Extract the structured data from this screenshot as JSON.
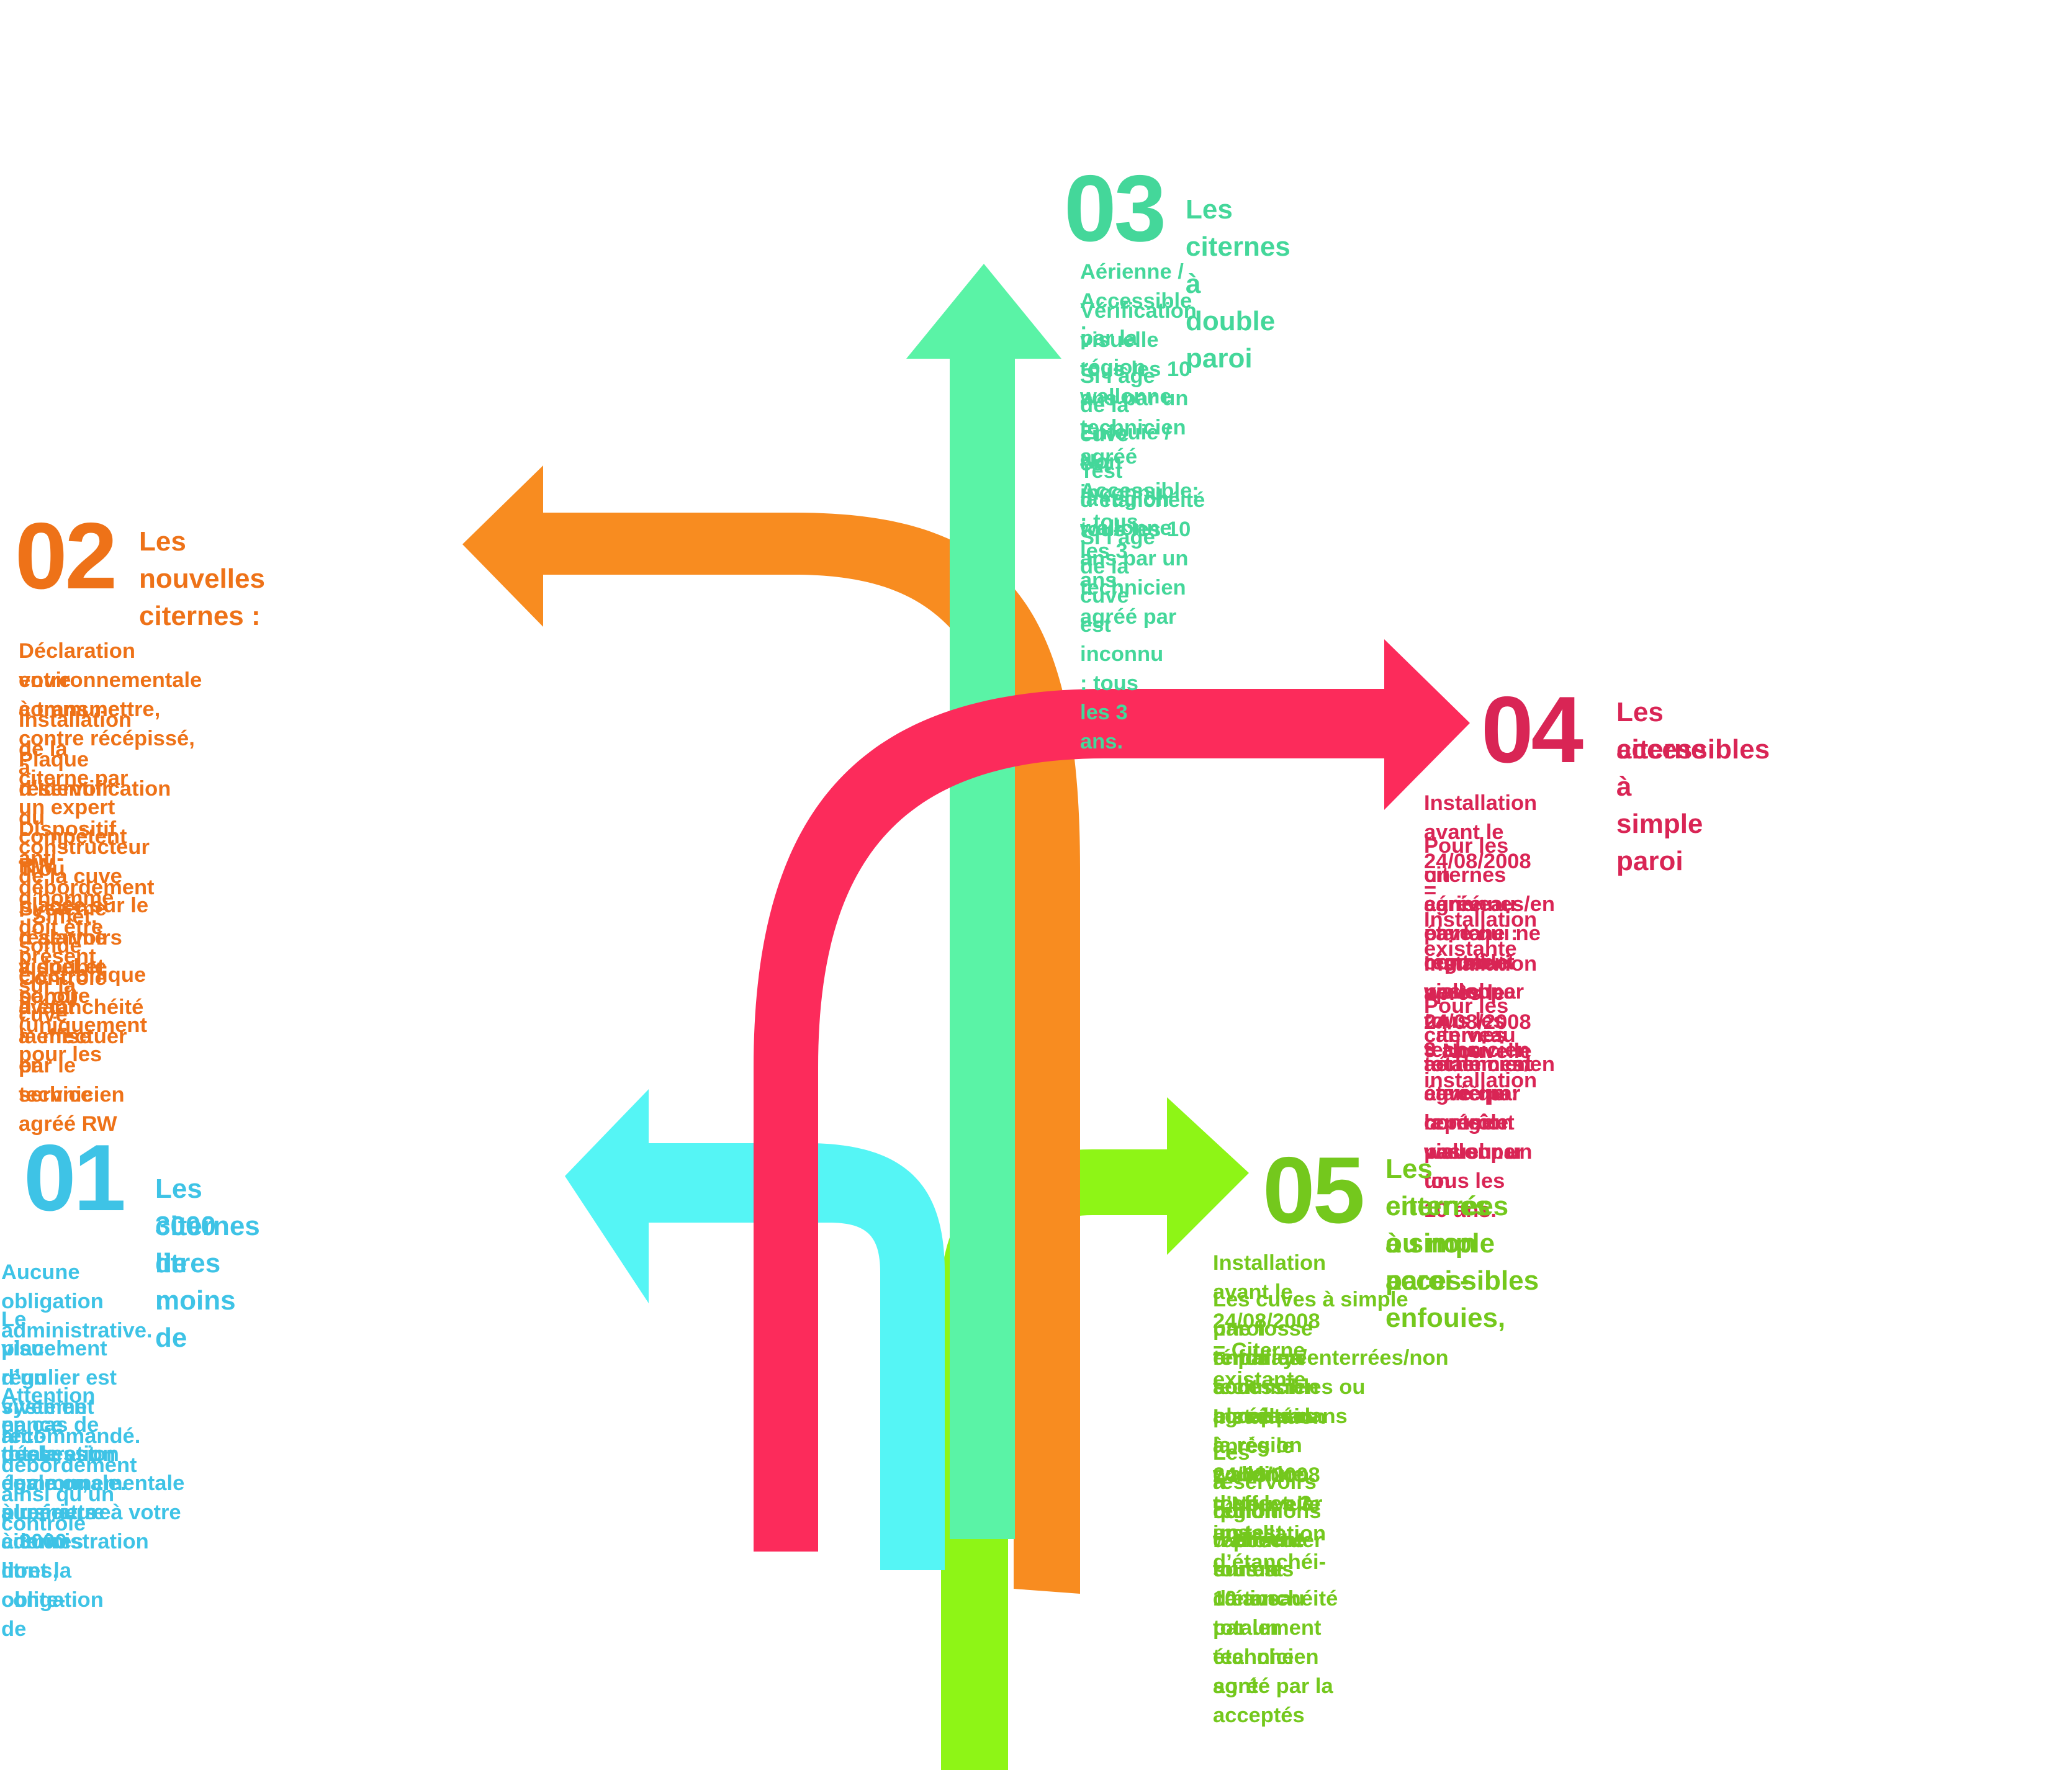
{
  "colors": {
    "section_01": "#3ec3e6",
    "section_02": "#ee7218",
    "section_03": "#44d79a",
    "section_04": "#d92555",
    "section_05": "#74c81d",
    "arrow_cyan": "#55f5f5",
    "arrow_orange": "#f88c20",
    "arrow_green": "#5af3a6",
    "arrow_red": "#fc2b5b",
    "arrow_lime": "#8ef516"
  },
  "sections": {
    "s01": {
      "number": "01",
      "title_lines": [
        "Les citernes de moins de",
        "3000 litres :"
      ],
      "paragraphs": [
        "Aucune obligation administrative.",
        "Le placement d’un système anti-débordement ainsi qu’un contrôle",
        "visuel régulier est vivement recommandé.",
        "Attention en cas de possession de plusieurs citernes dont la conte-",
        "nance totale est égale ou supérieure à 3000 litres, obligation de",
        "déclaration environnementale à remettre à votre administration",
        "communale."
      ]
    },
    "s02": {
      "number": "02",
      "title": "Les nouvelles citernes :",
      "paragraphs": [
        "Déclaration environnementale à transmettre, contre récépissé, à",
        "votre commune",
        "Installation de la citerne par un expert compétent RW",
        "Plaque d’identification du constructeur de la cuve placée sur le",
        "réservoir",
        "Dispositif anti-débordement : Sifflet, sonde électronique",
        "Trou d’homme doit être présent sur la cuve",
        "Système d’alarme visuel et sonore (uniquement pour les",
        "réservoirs à double paroi)",
        "Contrôle d’étanchéité à effectuer par le technicien agréé RW",
        "avant la mise en service"
      ]
    },
    "s03": {
      "number": "03",
      "title": "Les citernes à double paroi",
      "paragraphs": [
        "Aérienne / Accessible :",
        "Vérification visuelle tous les 10 ans par un technicien agréé",
        "par la région wallonne",
        "Si l’âge de la cuve est inconnu : tous les 3 ans.",
        "Enfouie / Non Accessible:",
        "Test d’étanchéité  tous les 10 ans par un technicien agréé par",
        "la région wallonne",
        "SI l’âge de la cuve est inconnu : tous les 3 ans."
      ]
    },
    "s04": {
      "number": "04",
      "title_lines": [
        "Les citerne à simple paroi",
        "accessibles"
      ],
      "paragraphs": [
        "Installation avant le 24/08/2008 = Installation existante",
        "Pour les citernes aériennes/en cave qui ne reposent pas sur",
        "un caniveau étanche : contrôle visuel par un technicien",
        "agréé par la région wallonne tous les 3 ans.",
        "Installation après le 24/08/2008 = Nouvelle installation",
        "Pour les citernes aériennes/en cave qui reposent pas sur un",
        "caniveau totalement étanche : contrôle visuel par un",
        "technicien agréé par la région wallonne tous les 10 ans."
      ]
    },
    "s05": {
      "number": "05",
      "title_lines": [
        "Les citernes à simple paroi  - enfouies,",
        "enterrées ou non accessibles"
      ],
      "paragraphs": [
        "Installation avant le 24/08/2008 = Citerne existante",
        "Les cuves à simple paroi enfouies/enterrées/non accessibles ou placées dans",
        "une fosse remblayée sont acceptées à condition d’effectuer un test d’étanchéi-",
        "té par un technicien agréé par la région wallonne tous les 3 ans.",
        "Installation après le 24/08/2008 = Nouvelle installation",
        "Les réservoirs qui reposent sur un caniveau totalement étanche sont acceptés",
        "à conditions d’effectuer un test d’étanchéité par un technicien agréé par la",
        "région wallonne tous les 10 ans."
      ]
    }
  }
}
